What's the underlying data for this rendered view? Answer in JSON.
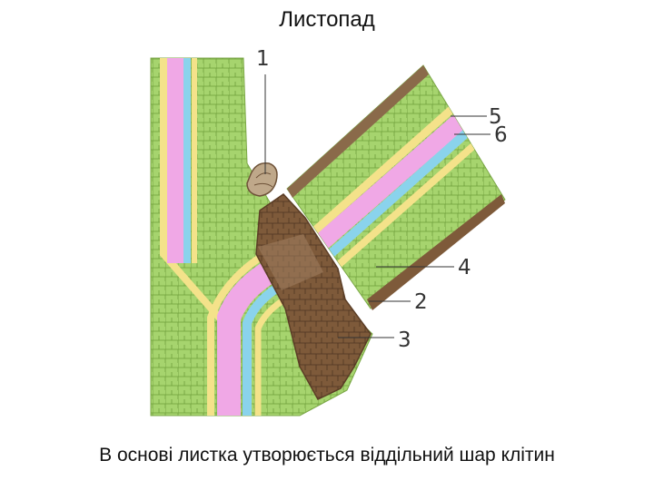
{
  "title": "Листопад",
  "caption": "В основі листка утворюється віддільний шар клітин",
  "labels": [
    "1",
    "2",
    "3",
    "4",
    "5",
    "6"
  ],
  "colors": {
    "parenchyma": "#a6d46e",
    "xylem": "#f0a8e6",
    "phloem": "#8ad3ec",
    "cambium": "#f4e28a",
    "abscission": "#7e5a3a",
    "bud": "#bfa88a"
  }
}
